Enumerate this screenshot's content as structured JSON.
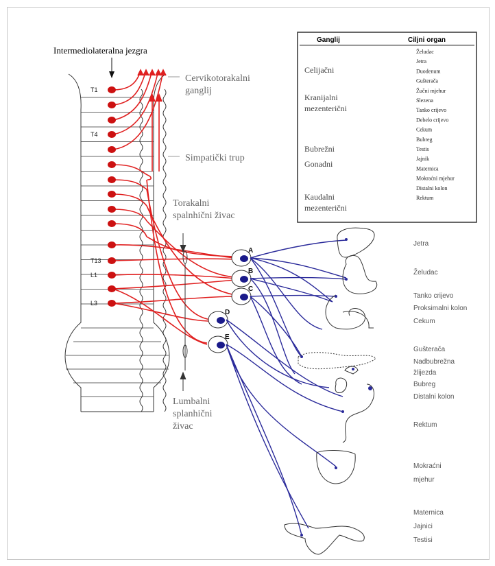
{
  "titles": {
    "nucleus": "Intermediolateralna jezgra",
    "cervicothoracic_line1": "Cervikotorakalni",
    "cervicothoracic_line2": "ganglij",
    "sympathetic_trunk": "Simpatički trup",
    "thoracic_line1": "Torakalni",
    "thoracic_line2": "spalnhični živac",
    "lumbar_line1": "Lumbalni",
    "lumbar_line2": "splanhični",
    "lumbar_line3": "živac"
  },
  "segments": [
    "T1",
    "T4",
    "T13",
    "L1",
    "L3"
  ],
  "ganglia": [
    "A",
    "B",
    "C",
    "D",
    "E"
  ],
  "table": {
    "header_ganglion": "Ganglij",
    "header_organ": "Ciljni organ",
    "ganglia": [
      "Celijačni",
      "Kranijalni",
      "mezenterični",
      "Bubrežni",
      "Gonadni",
      "Kaudalni",
      "mezenterični"
    ],
    "organs": [
      "Želudac",
      "Jetra",
      "Duodenum",
      "Gušterača",
      "Žučni mjehur",
      "Slezena",
      "Tanko crijevo",
      "Debelo crijevo",
      "Cekum",
      "Bubreg",
      "Testis",
      "Jajnik",
      "Maternica",
      "Mokraćni mjehur",
      "Distalni kolon",
      "Rektum"
    ]
  },
  "organs": {
    "jetra": "Jetra",
    "zeludac": "Želudac",
    "tanko": "Tanko crijevo",
    "proksimalni": "Proksimalni kolon",
    "cekum": "Cekum",
    "gusteraca": "Gušterača",
    "nadbubrezna1": "Nadbubrežna",
    "nadbubrezna2": "žlijezda",
    "bubreg": "Bubreg",
    "distalni": "Distalni kolon",
    "rektum": "Rektum",
    "mokracni1": "Mokraćni",
    "mokracni2": "mjehur",
    "maternica": "Maternica",
    "jajnici": "Jajnici",
    "testisi": "Testisi"
  },
  "colors": {
    "preganglionic": "#e02020",
    "postganglionic": "#2a2a9a",
    "nucleus_dot": "#cc1111",
    "ganglion_dot": "#1a1a8a",
    "outline": "#333333"
  }
}
